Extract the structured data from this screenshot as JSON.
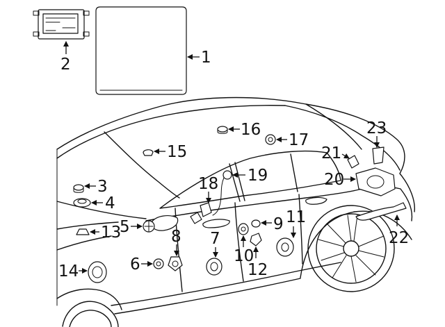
{
  "diagram": {
    "callouts": [
      {
        "id": "1",
        "text": "1"
      },
      {
        "id": "2",
        "text": "2"
      },
      {
        "id": "3",
        "text": "3"
      },
      {
        "id": "4",
        "text": "4"
      },
      {
        "id": "5",
        "text": "5"
      },
      {
        "id": "6",
        "text": "6"
      },
      {
        "id": "7",
        "text": "7"
      },
      {
        "id": "8",
        "text": "8"
      },
      {
        "id": "9",
        "text": "9"
      },
      {
        "id": "10",
        "text": "10"
      },
      {
        "id": "11",
        "text": "11"
      },
      {
        "id": "12",
        "text": "12"
      },
      {
        "id": "13",
        "text": "13"
      },
      {
        "id": "14",
        "text": "14"
      },
      {
        "id": "15",
        "text": "15"
      },
      {
        "id": "16",
        "text": "16"
      },
      {
        "id": "17",
        "text": "17"
      },
      {
        "id": "18",
        "text": "18"
      },
      {
        "id": "19",
        "text": "19"
      },
      {
        "id": "20",
        "text": "20"
      },
      {
        "id": "21",
        "text": "21"
      },
      {
        "id": "22",
        "text": "22"
      },
      {
        "id": "23",
        "text": "23"
      }
    ]
  }
}
